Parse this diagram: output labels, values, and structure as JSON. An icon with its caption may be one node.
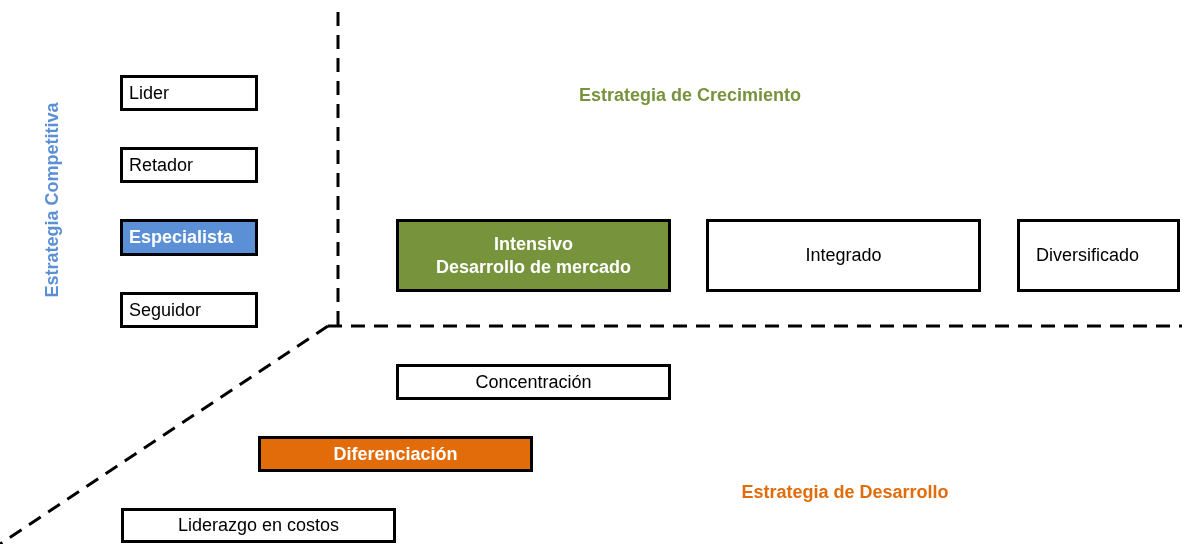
{
  "diagram": {
    "nodes": [
      {
        "text": [
          "Lider"
        ]
      },
      {
        "text": [
          "Retador"
        ]
      },
      {
        "text": [
          "Especialista"
        ]
      },
      {
        "text": [
          "Seguidor"
        ]
      },
      {
        "text": [
          "Intensivo",
          "Desarrollo de mercado"
        ]
      },
      {
        "text": [
          "Integrado"
        ]
      },
      {
        "text": [
          "Diversificado"
        ]
      },
      {
        "text": [
          "Concentración"
        ]
      },
      {
        "text": [
          "Diferenciación"
        ]
      },
      {
        "text": [
          "Liderazgo en costos"
        ]
      }
    ],
    "labels": [
      "Estrategia Competitiva",
      "Estrategia de Crecimiento",
      "Estrategia de Desarrollo"
    ]
  }
}
